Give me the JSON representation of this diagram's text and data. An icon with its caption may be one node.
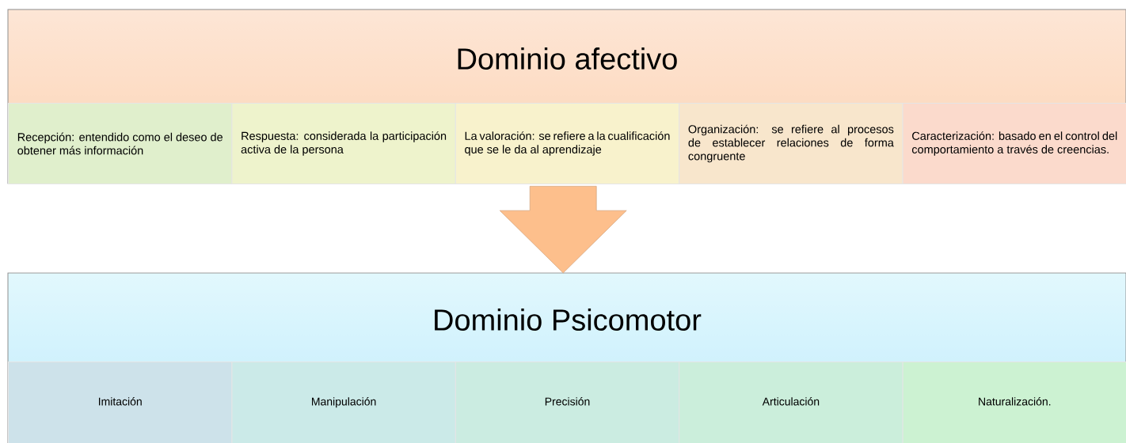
{
  "diagram": {
    "nodes": [
      {
        "text": [
          "Dominio afectivo"
        ]
      },
      {
        "text": [
          "Recepción: entendido como el deseo de obtener más información"
        ],
        "in": 0
      },
      {
        "text": [
          "Respuesta: considerada la participación activa de la persona"
        ],
        "in": 0
      },
      {
        "text": [
          "La valoración: se refiere a la cualificación que se le da al aprendizaje"
        ],
        "in": 0
      },
      {
        "text": [
          "Organización: se refiere al procesos de establecer relaciones de forma congruente"
        ],
        "in": 0
      },
      {
        "text": [
          "Caracterización: basado en el control del comportamiento a través de creencias."
        ],
        "in": 0
      },
      {
        "text": [
          "Dominio Psicomotor"
        ]
      },
      {
        "text": [
          "Imitación"
        ],
        "in": 6
      },
      {
        "text": [
          "Manipulación"
        ],
        "in": 6
      },
      {
        "text": [
          "Precisión"
        ],
        "in": 6
      },
      {
        "text": [
          "Articulación"
        ],
        "in": 6
      },
      {
        "text": [
          "Naturalización."
        ],
        "in": 6
      }
    ],
    "edges": [
      {
        "from": 0,
        "to": 6,
        "arrow": "to"
      }
    ]
  }
}
